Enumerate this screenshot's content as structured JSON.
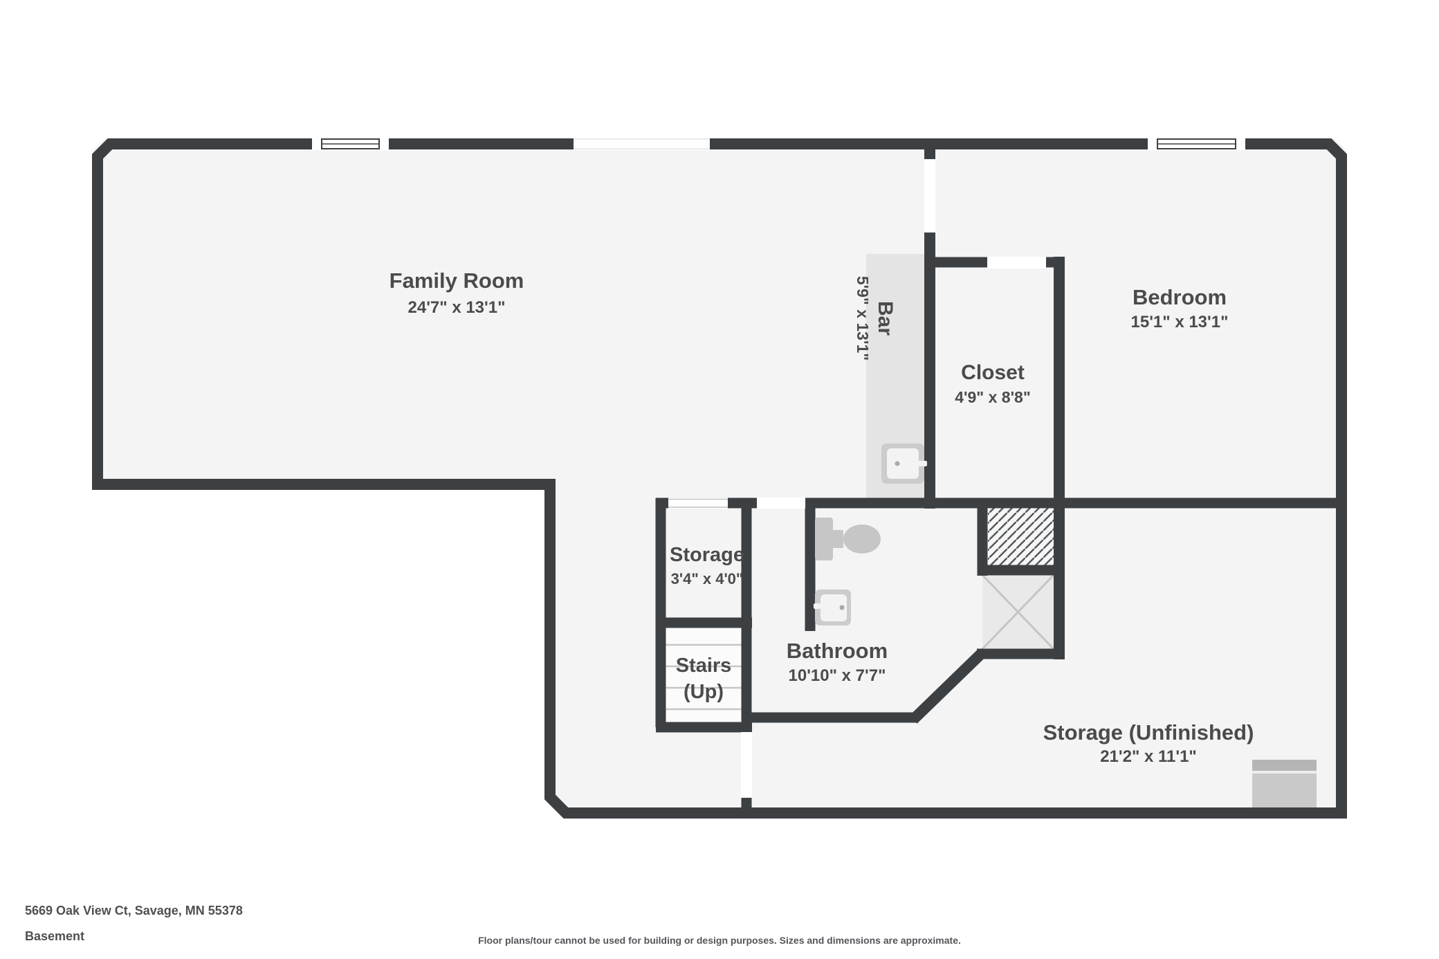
{
  "footer": {
    "address": "5669 Oak View Ct, Savage, MN 55378",
    "floor_label": "Basement",
    "disclaimer": "Floor plans/tour cannot be used for building or design purposes. Sizes and dimensions are approximate."
  },
  "rooms": {
    "family_room": {
      "name": "Family Room",
      "dims": "24'7\" x 13'1\""
    },
    "bar": {
      "name": "Bar",
      "dims": "5'9\" x 13'1\""
    },
    "bedroom": {
      "name": "Bedroom",
      "dims": "15'1\" x 13'1\""
    },
    "closet": {
      "name": "Closet",
      "dims": "4'9\" x 8'8\""
    },
    "storage": {
      "name": "Storage",
      "dims": "3'4\" x 4'0\""
    },
    "stairs": {
      "name": "Stairs",
      "direction": "(Up)"
    },
    "bathroom": {
      "name": "Bathroom",
      "dims": "10'10\" x 7'7\""
    },
    "storage_unfinished": {
      "name": "Storage (Unfinished)",
      "dims": "21'2\" x 11'1\""
    }
  },
  "icons": {
    "bar_sink": "sink-icon",
    "bathroom_sink": "sink-icon",
    "toilet": "toilet-icon",
    "shower_pan": "shower-x-icon",
    "chase": "hatched-chase-icon",
    "stairs": "stair-treads-icon",
    "equipment": "equipment-rug-icon",
    "windows": "window-icon",
    "doors": "door-opening-icon"
  },
  "colors": {
    "wall": "#3d4043",
    "floor": "#f4f4f5",
    "page_background": "#ffffff",
    "bar_counter": "#e4e4e5",
    "fixture_gray": "#c6c6c7",
    "text": "#4b4b4d",
    "stairs_fill": "#fbfbfc",
    "shower_fill": "#e9e9ea"
  }
}
